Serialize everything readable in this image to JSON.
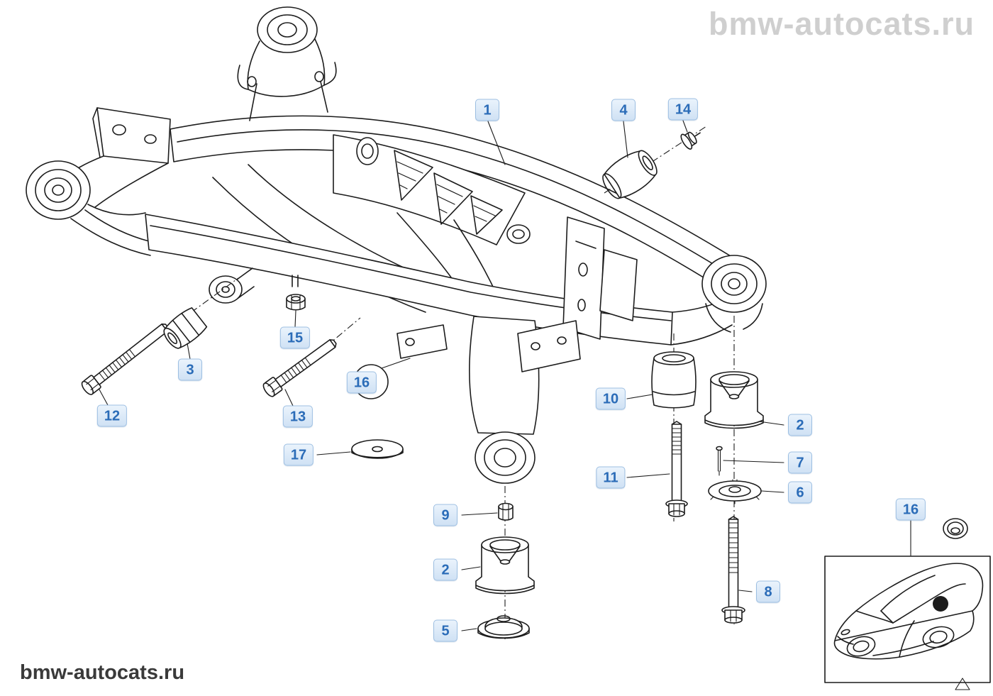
{
  "watermarks": {
    "top_right": "bmw-autocats.ru",
    "bottom_left": "bmw-autocats.ru"
  },
  "labels": [
    {
      "text": "1"
    },
    {
      "text": "4"
    },
    {
      "text": "14"
    },
    {
      "text": "3"
    },
    {
      "text": "15"
    },
    {
      "text": "16"
    },
    {
      "text": "12"
    },
    {
      "text": "13"
    },
    {
      "text": "17"
    },
    {
      "text": "10"
    },
    {
      "text": "2"
    },
    {
      "text": "7"
    },
    {
      "text": "6"
    },
    {
      "text": "11"
    },
    {
      "text": "9"
    },
    {
      "text": "2"
    },
    {
      "text": "5"
    },
    {
      "text": "8"
    },
    {
      "text": "16"
    }
  ],
  "icons": [
    {
      "name": "car-location-inset",
      "meaning": "vehicle silhouette showing part location"
    },
    {
      "name": "part-location-dot",
      "meaning": "black dot marking rear axle carrier position"
    },
    {
      "name": "nav-triangle",
      "meaning": "small triangle page marker"
    }
  ],
  "colors": {
    "label_bg1": "#eaf3fc",
    "label_bg2": "#cfe1f4",
    "label_border": "#9dbfe2",
    "label_text": "#2b6cb8",
    "watermark_light": "#cfcfcf",
    "watermark_dark": "#3a3a3a",
    "line_color": "#1c1c1c",
    "page_bg": "#ffffff"
  }
}
